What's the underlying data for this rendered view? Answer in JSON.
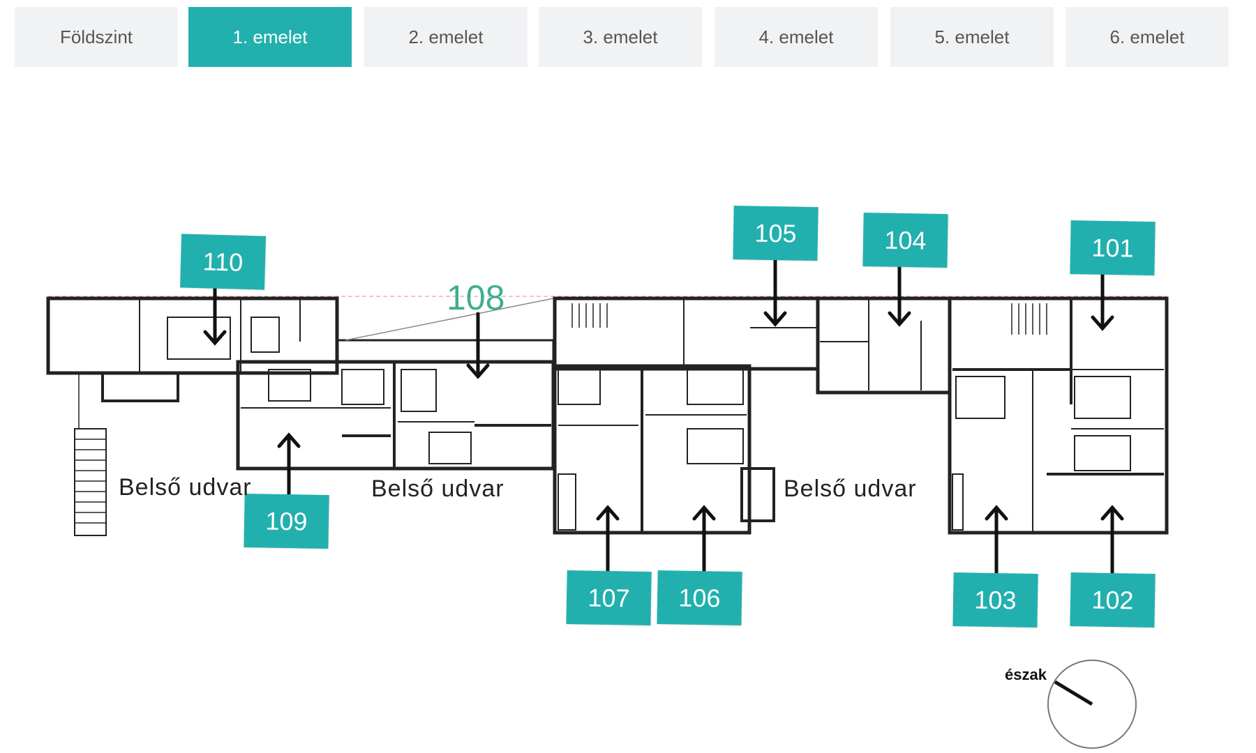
{
  "floor_tabs": [
    {
      "label": "Földszint",
      "active": false
    },
    {
      "label": "1. emelet",
      "active": true
    },
    {
      "label": "2. emelet",
      "active": false
    },
    {
      "label": "3. emelet",
      "active": false
    },
    {
      "label": "4. emelet",
      "active": false
    },
    {
      "label": "5. emelet",
      "active": false
    },
    {
      "label": "6. emelet",
      "active": false
    }
  ],
  "units": {
    "u110": "110",
    "u108": "108",
    "u105": "105",
    "u104": "104",
    "u101": "101",
    "u109": "109",
    "u107": "107",
    "u106": "106",
    "u103": "103",
    "u102": "102"
  },
  "courtyard_label": "Belső udvar",
  "compass_label": "észak",
  "colors": {
    "accent": "#22b0ae",
    "tab_bg": "#f1f2f3",
    "unit_108_text": "#3fae8f"
  }
}
